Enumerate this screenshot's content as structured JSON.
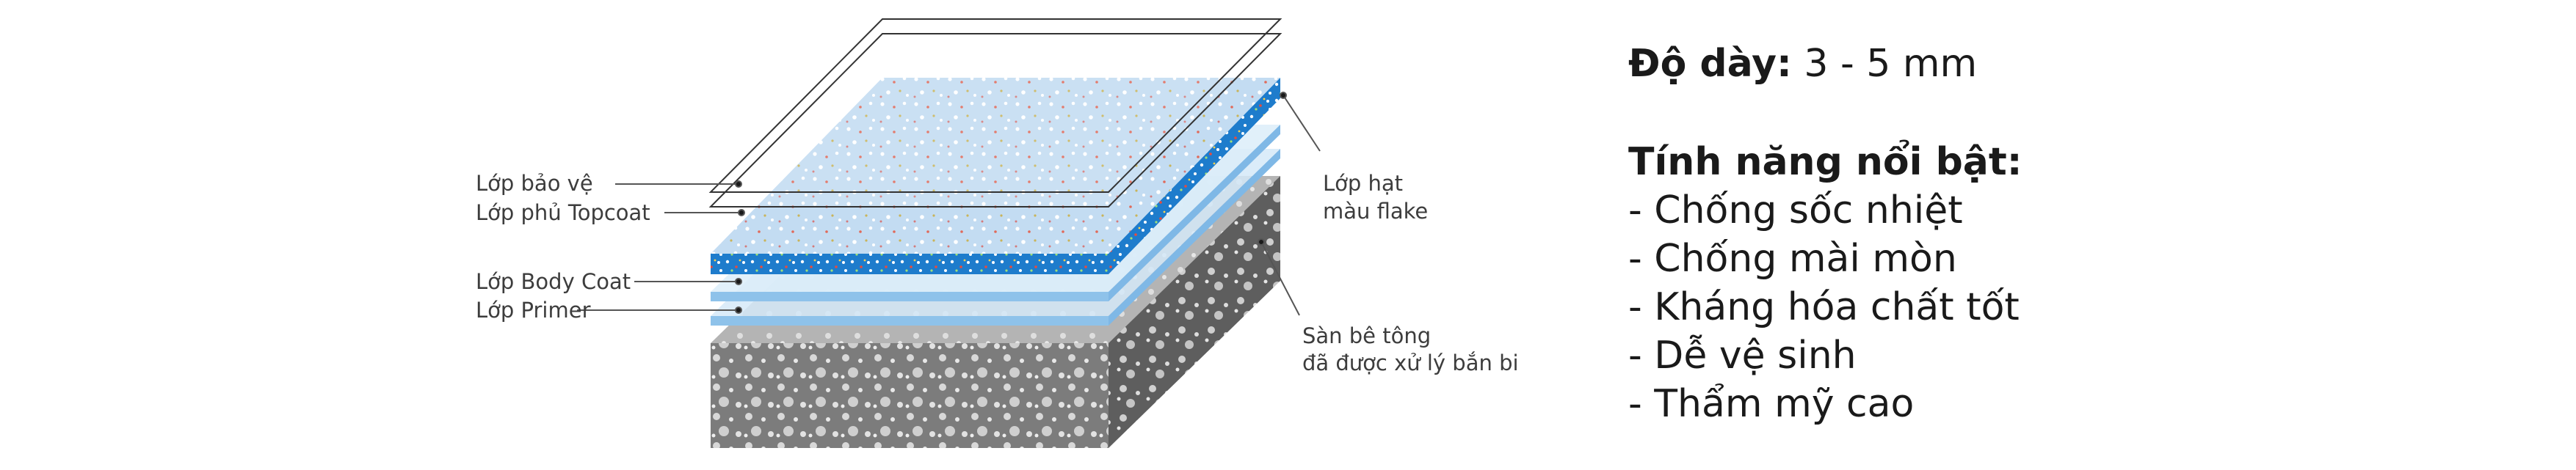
{
  "labels": {
    "protect": "Lớp bảo vệ",
    "topcoat": "Lớp phủ Topcoat",
    "bodycoat": "Lớp Body Coat",
    "primer": "Lớp Primer",
    "flake_line1": "Lớp hạt",
    "flake_line2": "màu flake",
    "concrete_line1": "Sàn bê tông",
    "concrete_line2": "đã được xử lý bắn bi"
  },
  "specs": {
    "thickness_label": "Độ dày:",
    "thickness_value": "3 - 5 mm",
    "features_title": "Tính năng nổi bật:",
    "features": [
      "- Chống sốc nhiệt",
      "- Chống mài mòn",
      "- Kháng hóa chất tốt",
      "- Dễ vệ sinh",
      "- Thẩm mỹ cao"
    ]
  },
  "colors": {
    "flake_blue": "#1f78c8",
    "flake_top": "#bcd9f3",
    "concrete_front": "#7a7a7a",
    "concrete_top": "#a9a9a9",
    "concrete_side": "#5f5f5f",
    "primer_blue": "#8ec2ea",
    "leader": "#555555"
  }
}
